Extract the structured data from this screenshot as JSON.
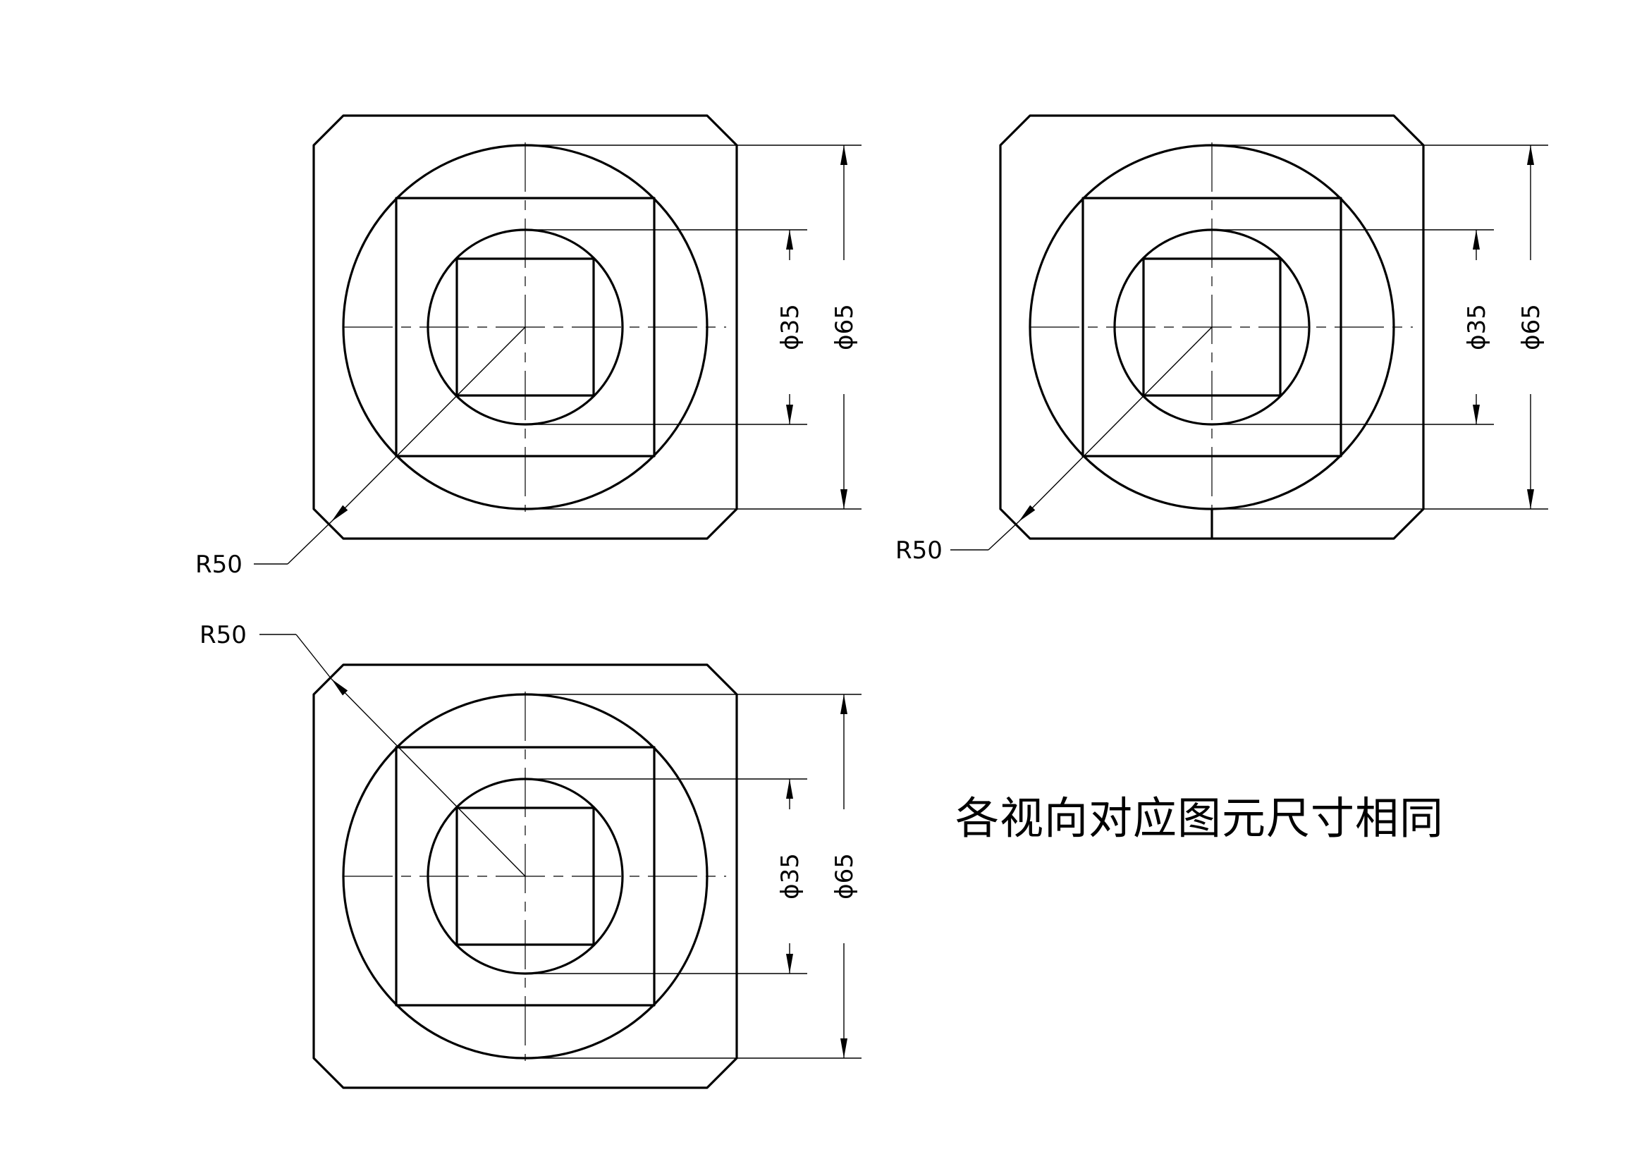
{
  "views": [
    {
      "id": "view-top-left",
      "labels": {
        "small_diameter": "ϕ35",
        "large_diameter": "ϕ65",
        "radius": "R50"
      }
    },
    {
      "id": "view-top-right",
      "labels": {
        "small_diameter": "ϕ35",
        "large_diameter": "ϕ65",
        "radius": "R50"
      }
    },
    {
      "id": "view-bottom",
      "labels": {
        "small_diameter": "ϕ35",
        "large_diameter": "ϕ65",
        "radius": "R50"
      }
    }
  ],
  "note": "各视向对应图元尺寸相同"
}
